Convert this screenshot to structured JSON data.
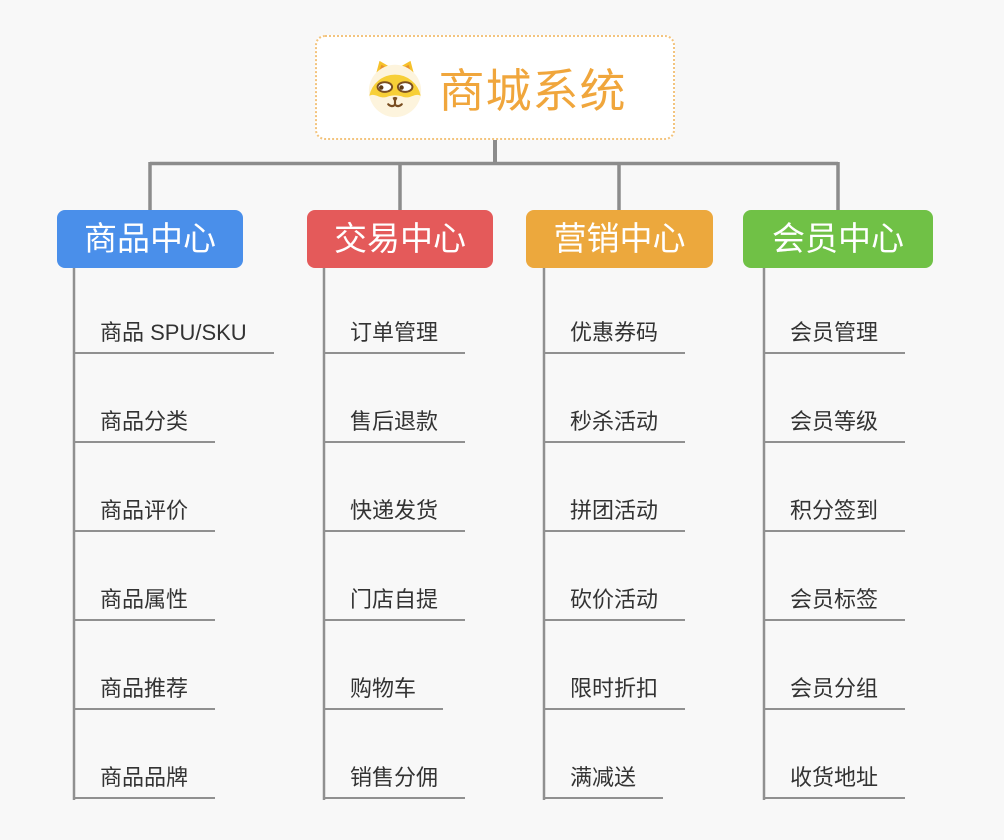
{
  "background_color": "#f8f8f8",
  "connectors": {
    "color": "#8c8c8c",
    "leaf_line_color": "#909090"
  },
  "root": {
    "title": "商城系统",
    "icon": "dog-face-icon",
    "text_color": "#f0a63c",
    "border_color": "#f3c47e"
  },
  "branches": [
    {
      "label": "商品中心",
      "color": "#4a8fea",
      "items": [
        "商品 SPU/SKU",
        "商品分类",
        "商品评价",
        "商品属性",
        "商品推荐",
        "商品品牌"
      ]
    },
    {
      "label": "交易中心",
      "color": "#e45a5a",
      "items": [
        "订单管理",
        "售后退款",
        "快递发货",
        "门店自提",
        "购物车",
        "销售分佣"
      ]
    },
    {
      "label": "营销中心",
      "color": "#eca83d",
      "items": [
        "优惠券码",
        "秒杀活动",
        "拼团活动",
        "砍价活动",
        "限时折扣",
        "满减送"
      ]
    },
    {
      "label": "会员中心",
      "color": "#70c146",
      "items": [
        "会员管理",
        "会员等级",
        "积分签到",
        "会员标签",
        "会员分组",
        "收货地址"
      ]
    }
  ]
}
